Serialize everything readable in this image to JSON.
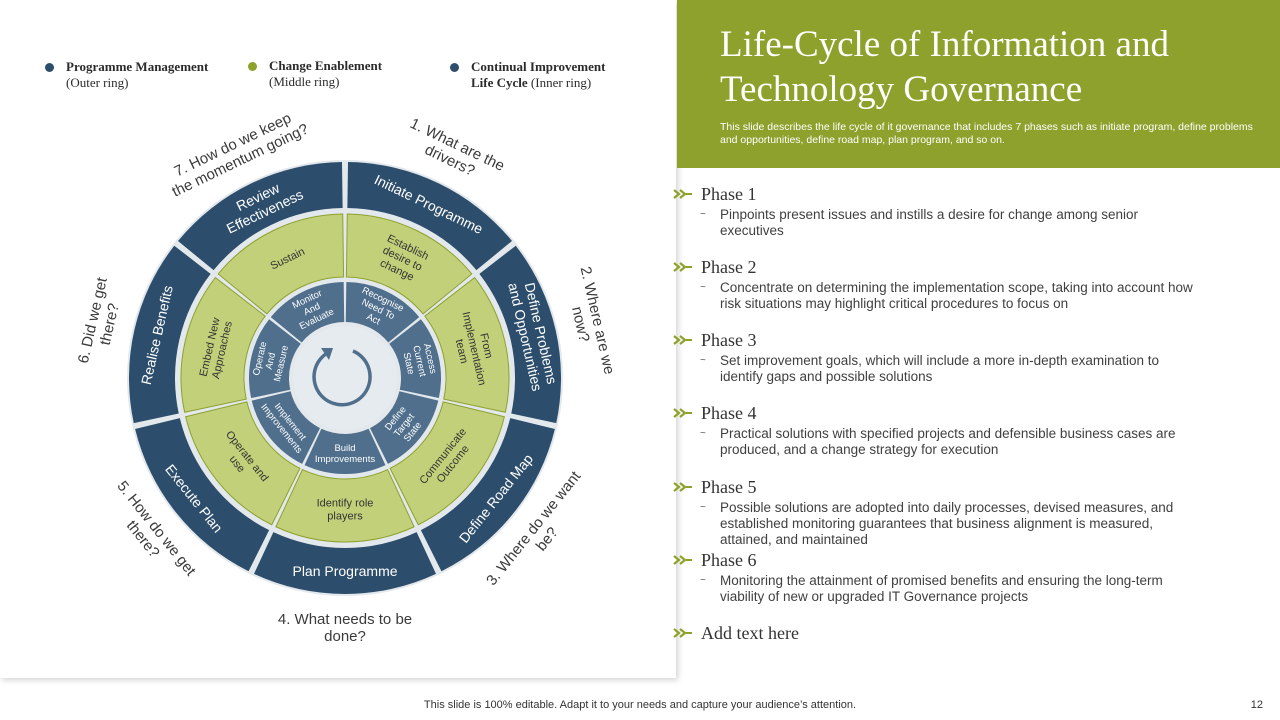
{
  "legend": [
    {
      "label": "Programme Management",
      "note": "(Outer ring)",
      "color": "#2c4d6b"
    },
    {
      "label": "Change Enablement",
      "note": "(Middle ring)",
      "color": "#8ea12c"
    },
    {
      "label": "Continual Improvement Life Cycle",
      "note": "(Inner ring)",
      "color": "#2c4d6b"
    }
  ],
  "header": {
    "title": "Life-Cycle of Information and Technology Governance",
    "subtitle": "This slide describes the life cycle of it governance that includes 7 phases such as initiate program, define problems and opportunities, define road map, plan program, and so on."
  },
  "phases": [
    {
      "title": "Phase 1",
      "desc": "Pinpoints present issues and instills a desire for change among senior executives"
    },
    {
      "title": "Phase 2",
      "desc": "Concentrate on determining the implementation scope, taking into account how risk situations may highlight critical procedures to focus on"
    },
    {
      "title": "Phase 3",
      "desc": "Set improvement goals, which will include a more in-depth examination to identify gaps and possible solutions"
    },
    {
      "title": "Phase 4",
      "desc": "Practical solutions with specified projects and defensible business cases are produced, and a change strategy for execution"
    },
    {
      "title": "Phase 5",
      "desc": "Possible solutions are adopted into daily processes, devised measures, and established monitoring guarantees that business alignment is measured, attained, and maintained"
    },
    {
      "title": "Phase 6",
      "desc": "Monitoring the attainment of promised benefits and ensuring the long-term viability of new or upgraded IT Governance projects"
    },
    {
      "title": "Add text here",
      "desc": ""
    }
  ],
  "diagram": {
    "outer": [
      "Initiate Programme",
      "Define Problems and Opportunities",
      "Define Road Map",
      "Plan Programme",
      "Execute Plan",
      "Realise Benefits",
      "Review Effectiveness"
    ],
    "middle": [
      "Establish desire to change",
      "From Implementation team",
      "Communicate Outcome",
      "Identify role players",
      "Operate and use",
      "Embed New Approaches",
      "Sustain"
    ],
    "inner": [
      "Recognise Need To Act",
      "Access Current State",
      "Define Target State",
      "Build Improvements",
      "Implement Improvements",
      "Operate And Measure",
      "Monitor And Evaluate"
    ],
    "questions": [
      {
        "num": "1.",
        "text": "What are the drivers?"
      },
      {
        "num": "2.",
        "text": "Where are we now?"
      },
      {
        "num": "3.",
        "text": "Where do we want be?"
      },
      {
        "num": "4.",
        "text": "What needs to be done?"
      },
      {
        "num": "5.",
        "text": "How do we get there?"
      },
      {
        "num": "6.",
        "text": "Did we get there?"
      },
      {
        "num": "7.",
        "text": "How do we keep the momentum going?"
      }
    ]
  },
  "colors": {
    "navy": "#2c4d6b",
    "olive": "#8ea12c",
    "lightgreen": "#c3d07a",
    "steel": "#4f6f8c",
    "ringbg": "#e3e8ec"
  },
  "footer": "This slide is 100% editable. Adapt it to your needs and capture your audience’s attention.",
  "page_number": "12"
}
